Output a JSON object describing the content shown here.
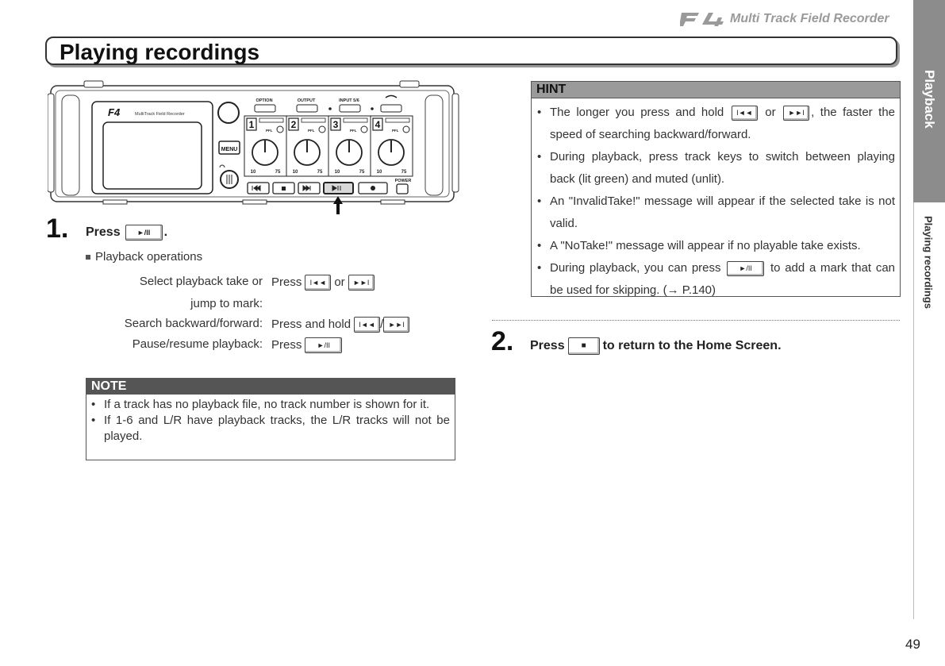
{
  "header": {
    "model_logo": "F4",
    "product_name": "Multi Track Field Recorder"
  },
  "title": "Playing recordings",
  "side_tab": {
    "section": "Playback",
    "subsection": "Playing recordings"
  },
  "device": {
    "model": "F4",
    "screen_label": "MultiTrack Field Recorder",
    "top_buttons": [
      "OPTION",
      "OUTPUT",
      "INPUT 5/6"
    ],
    "menu_label": "MENU",
    "power_label": "POWER",
    "tracks": [
      "1",
      "2",
      "3",
      "4"
    ],
    "pfl_label": "PFL",
    "knob_min": "10",
    "knob_max": "75",
    "transport_keys": [
      "prev-icon",
      "stop-icon",
      "next-icon",
      "play-pause-icon",
      "record-icon"
    ]
  },
  "step1": {
    "number": "1.",
    "text": "Press",
    "key": "►/II",
    "trail": ".",
    "ops_heading": "Playback operations",
    "ops": [
      {
        "label_line1": "Select playback take or",
        "label_line2": "jump to mark:",
        "action": "Press",
        "connector": "or",
        "keys": [
          "I◄◄",
          "►►I"
        ]
      },
      {
        "label_line1": "Search backward/forward:",
        "action": "Press and hold",
        "keys": [
          "I◄◄",
          "►►I"
        ],
        "connector": "/"
      },
      {
        "label_line1": "Pause/resume playback:",
        "action": "Press",
        "keys": [
          "►/II"
        ]
      }
    ]
  },
  "note": {
    "heading": "NOTE",
    "items": [
      "If a track has no playback file, no track number is shown for it.",
      "If 1-6 and L/R have playback tracks, the L/R tracks will not be played."
    ]
  },
  "hint": {
    "heading": "HINT",
    "item1": {
      "pre": "The longer you press and hold",
      "connector": "or",
      "post": ", the faster the speed of searching backward/forward.",
      "keys": [
        "I◄◄",
        "►►I"
      ]
    },
    "item2": "During playback, press track keys to switch between playing back (lit green) and muted (unlit).",
    "item3": "An \"InvalidTake!\" message will appear if the selected take is not valid.",
    "item4": "A \"NoTake!\" message will appear if no playable take exists.",
    "item5": {
      "pre": "During playback, you can press",
      "key": "►/II",
      "post": "to add a mark that can be used for skipping. (→ P.140)"
    }
  },
  "step2": {
    "number": "2.",
    "pre": "Press",
    "key": "■",
    "post": "to return to the Home Screen."
  },
  "page_number": "49"
}
